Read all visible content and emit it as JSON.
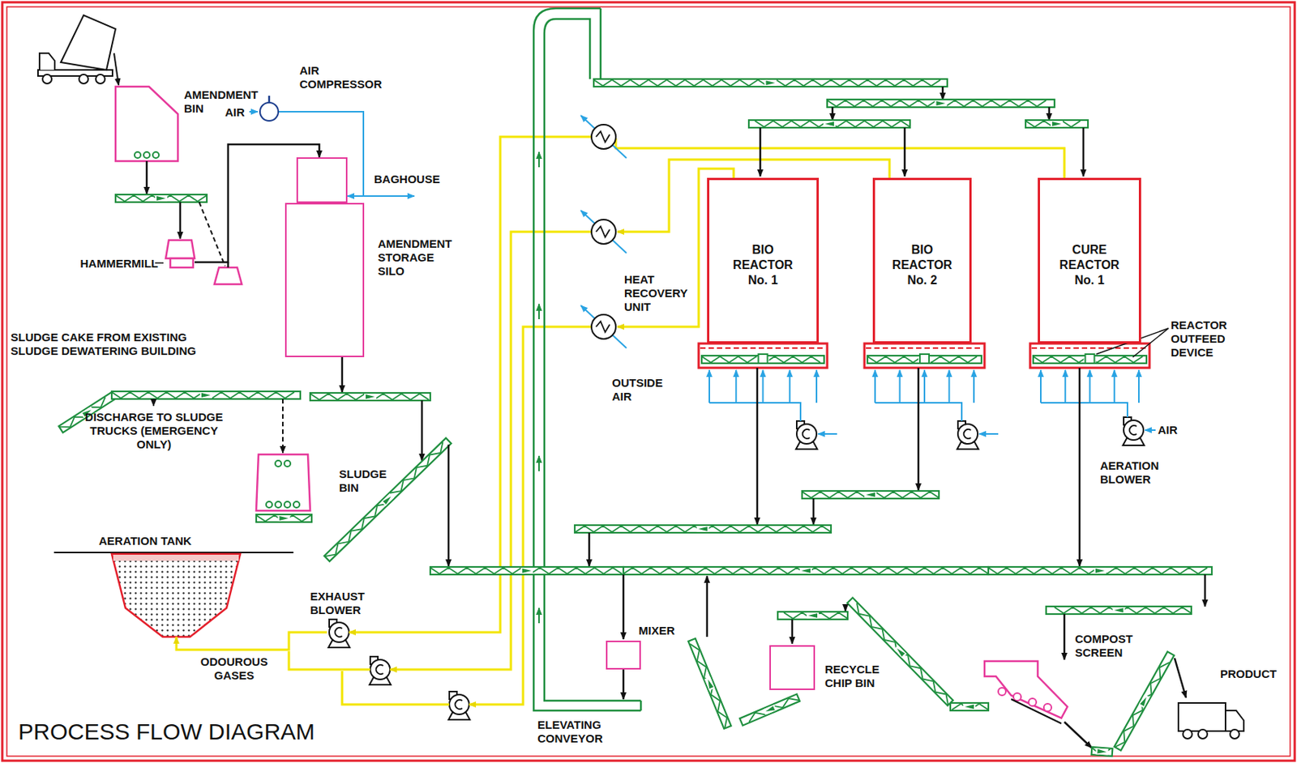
{
  "diagram": {
    "title": "PROCESS FLOW DIAGRAM",
    "nodes": [
      {
        "text": [
          "BIO REACTOR No. 1"
        ]
      },
      {
        "text": [
          "BIO REACTOR No. 2"
        ]
      },
      {
        "text": [
          "CURE REACTOR No. 1"
        ]
      },
      {
        "text": [
          "AMENDMENT BIN"
        ]
      },
      {
        "text": [
          "HAMMERMILL"
        ]
      },
      {
        "text": [
          "AIR COMPRESSOR"
        ]
      },
      {
        "text": [
          "BAGHOUSE"
        ]
      },
      {
        "text": [
          "AMENDMENT STORAGE SILO"
        ]
      },
      {
        "text": [
          "SLUDGE BIN"
        ]
      },
      {
        "text": [
          "AERATION TANK"
        ]
      },
      {
        "text": [
          "EXHAUST BLOWER"
        ]
      },
      {
        "text": [
          "MIXER"
        ]
      },
      {
        "text": [
          "COMPOST SCREEN"
        ]
      },
      {
        "text": [
          "RECYCLE CHIP BIN"
        ]
      },
      {
        "text": [
          "AERATION BLOWER"
        ]
      },
      {
        "text": [
          "HEAT RECOVERY UNIT"
        ]
      }
    ],
    "edges": [
      {
        "from": 5,
        "to": 6,
        "arrow": "to"
      },
      {
        "from": 10,
        "to": 9,
        "arrow": "to",
        "label": "ODOUROUS GASES"
      },
      {
        "from": 4,
        "to": 6,
        "arrow": "to"
      }
    ],
    "labels": [
      "AIR",
      "AIR",
      "OUTSIDE AIR",
      "REACTOR OUTFEED DEVICE",
      "SLUDGE CAKE FROM EXISTING SLUDGE DEWATERING BUILDING",
      "DISCHARGE TO SLUDGE TRUCKS (EMERGENCY ONLY)",
      "ELEVATING CONVEYOR",
      "PRODUCT"
    ]
  }
}
